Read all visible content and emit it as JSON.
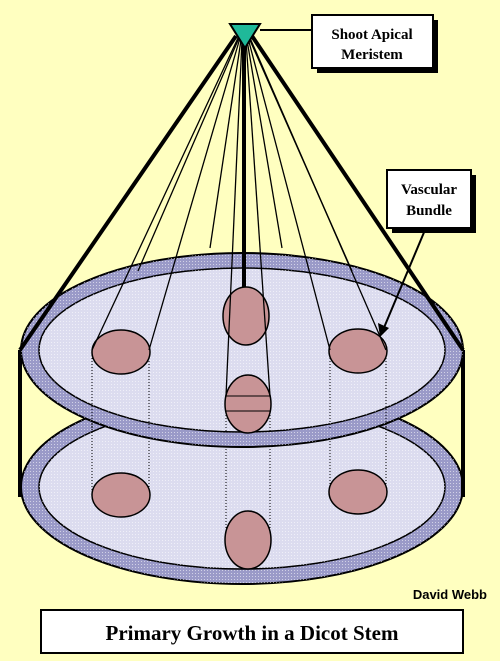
{
  "diagram": {
    "title": "Primary Growth in a Dicot Stem",
    "credit": "David Webb",
    "labels": {
      "meristem_line1": "Shoot Apical",
      "meristem_line2": "Meristem",
      "bundle_line1": "Vascular",
      "bundle_line2": "Bundle"
    },
    "colors": {
      "background": "#FFFFC0",
      "ring": "#9A9AC8",
      "disk": "#DCDCEF",
      "bundle": "#C89496",
      "meristem": "#1FB999",
      "outline": "#000000"
    }
  }
}
